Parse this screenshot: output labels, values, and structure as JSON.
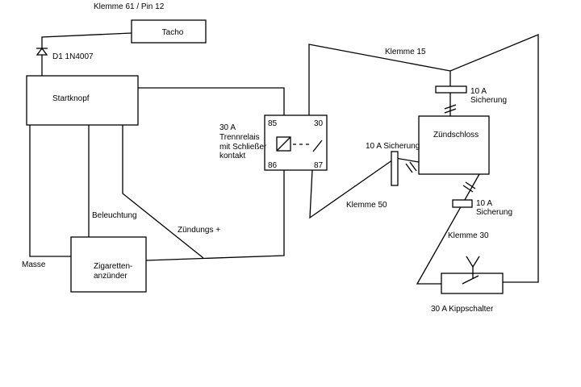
{
  "labels": {
    "klemme61": "Klemme 61 / Pin 12",
    "tacho": "Tacho",
    "diode": "D1 1N4007",
    "startknopf": "Startknopf",
    "beleuchtung": "Beleuchtung",
    "masse": "Masse",
    "zigaretten_1": "Zigaretten-",
    "zigaretten_2": "anzünder",
    "zuendungs": "Zündungs +",
    "relay_1": "30 A",
    "relay_2": "Trennrelais",
    "relay_3": "mit Schließer",
    "relay_4": "kontakt",
    "pin85": "85",
    "pin30": "30",
    "pin86": "86",
    "pin87": "87",
    "klemme15": "Klemme 15",
    "fuse_top_1": "10 A",
    "fuse_top_2": "Sicherung",
    "zuendschloss": "Zündschloss",
    "fuse_mid": "10 A Sicherung",
    "klemme50": "Klemme 50",
    "fuse_low_1": "10 A",
    "fuse_low_2": "Sicherung",
    "klemme30": "Klemme 30",
    "kippschalter": "30 A Kippschalter"
  }
}
